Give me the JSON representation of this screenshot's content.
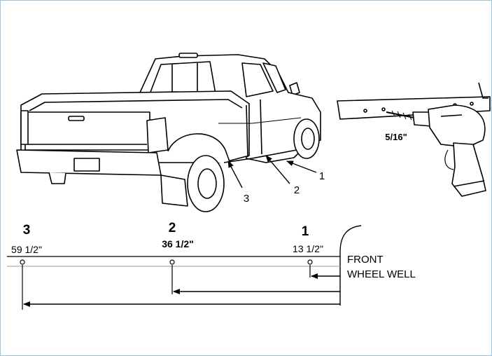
{
  "callouts": {
    "c1": "1",
    "c2": "2",
    "c3": "3"
  },
  "drill": {
    "bit_size": "5/16\""
  },
  "measurements": [
    {
      "number": "3",
      "distance": "59 1/2\""
    },
    {
      "number": "2",
      "distance": "36 1/2\""
    },
    {
      "number": "1",
      "distance": "13 1/2\""
    }
  ],
  "reference": {
    "line1": "FRONT",
    "line2": "WHEEL WELL"
  },
  "colors": {
    "frame": "#9fc3da",
    "ink": "#000000"
  }
}
